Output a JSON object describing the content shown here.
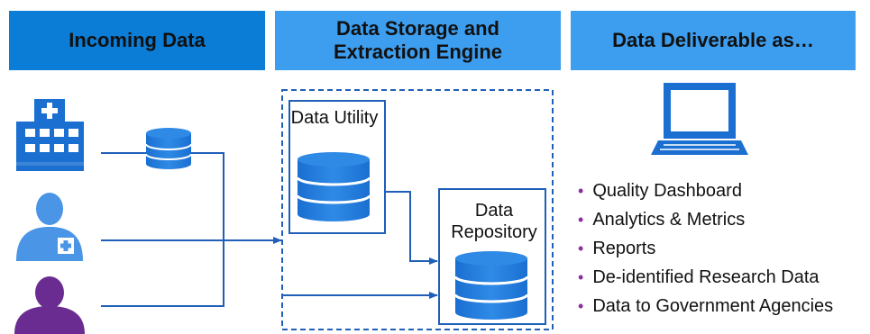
{
  "headers": {
    "incoming": "Incoming Data",
    "storage": "Data Storage and Extraction Engine",
    "deliverable": "Data Deliverable as…"
  },
  "storage": {
    "utility_label": "Data Utility",
    "repository_label": "Data Repository"
  },
  "deliverables": [
    "Quality Dashboard",
    "Analytics & Metrics",
    "Reports",
    "De-identified Research Data",
    "Data to Government Agencies"
  ],
  "colors": {
    "header_dark": "#0b7dd6",
    "header_light": "#3d9ef0",
    "icon_blue": "#1a6fd1",
    "arrow_blue": "#1f5fb8",
    "bullet_purple": "#8a2f9e",
    "person_purple": "#6a2c91"
  },
  "icons": [
    "hospital-icon",
    "database-icon",
    "clinician-icon",
    "patient-icon",
    "monitor-icon"
  ]
}
